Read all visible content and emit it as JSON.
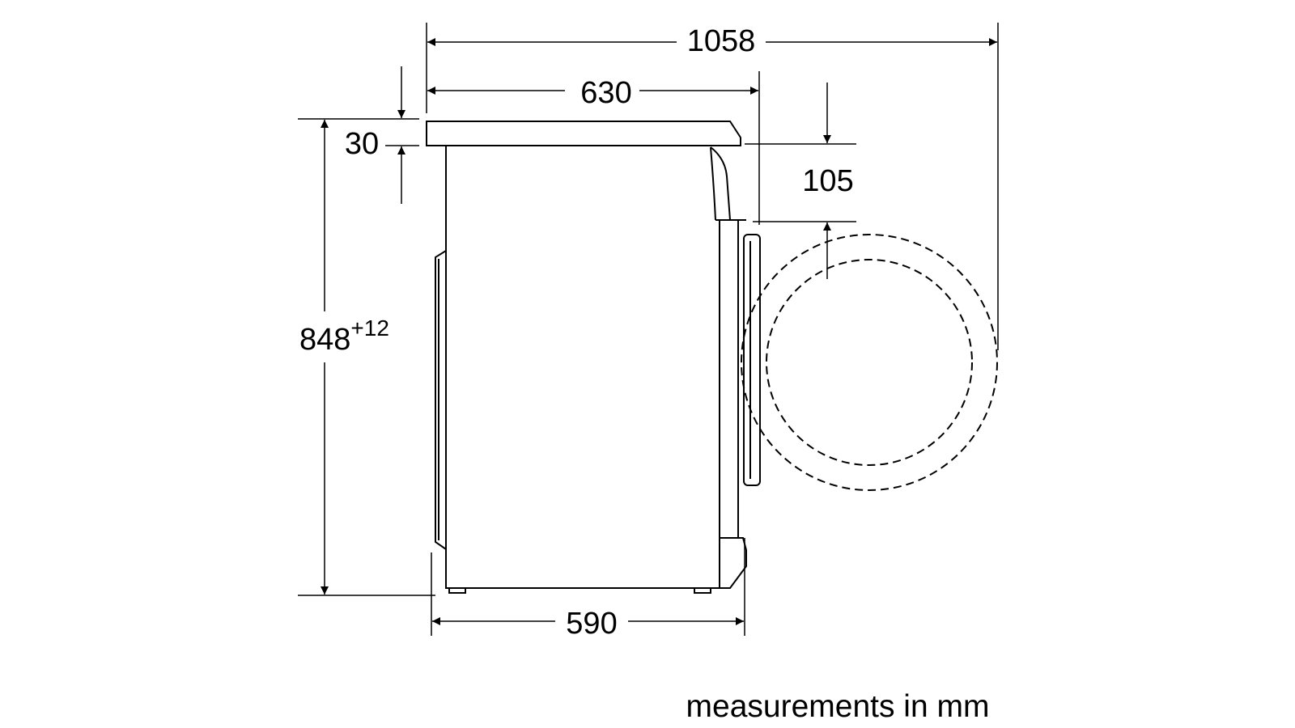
{
  "colors": {
    "line": "#000000",
    "background": "#ffffff"
  },
  "dimensions": {
    "total_depth_door_open": "1058",
    "depth_top": "630",
    "depth_body": "590",
    "worktop_thickness": "30",
    "height": "848",
    "height_tolerance": "+12",
    "door_offset": "105"
  },
  "footer": {
    "units_note": "measurements in mm"
  }
}
